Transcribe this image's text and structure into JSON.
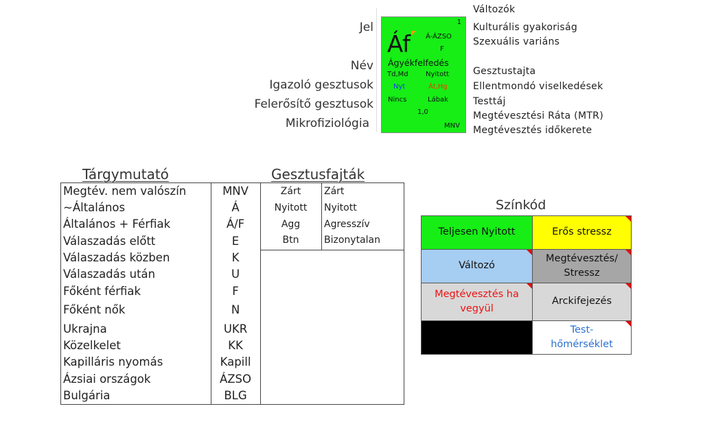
{
  "legend": {
    "left_labels": {
      "jel": "Jel",
      "nev": "Név",
      "igazolo": "Igazoló gesztusok",
      "felerosito": "Felerősítő gesztusok",
      "mikrofiziologia": "Mikrofiziológia"
    },
    "right_labels": {
      "valtozok": "Változók",
      "kulturalis": "Kulturális gyakoriság",
      "szexualis": "Szexuális variáns",
      "gesztustajta": "Gesztustajta",
      "ellentmondo": "Ellentmondó viselkedések",
      "testtaj": "Testtáj",
      "mtr": "Megtévesztési Ráta (MTR)",
      "idokeret": "Megtévesztés időkerete"
    },
    "card": {
      "number": "1",
      "symbol": "Áf",
      "cultural": "Á-ÁZSO",
      "sexual": "F",
      "name": "Ágyékfelfedés",
      "confirming": "Td,Md",
      "gesture_type": "Nyitott",
      "amplifying": "Nyt",
      "contradicting": "Át,Hg",
      "micro": "Nincs",
      "body_area": "Lábak",
      "rate": "1,0",
      "timeframe": "MNV",
      "bg_color": "#16ee16",
      "blue_text": "#1a33ff",
      "red_text": "#ff3300"
    }
  },
  "index": {
    "title": "Tárgymutató",
    "rows": [
      {
        "name": "Megtév. nem valószín",
        "abbr": "MNV"
      },
      {
        "name": "~Általános",
        "abbr": "Á"
      },
      {
        "name": "Általános + Férfiak",
        "abbr": "Á/F"
      },
      {
        "name": "Válaszadás előtt",
        "abbr": "E"
      },
      {
        "name": "Válaszadás közben",
        "abbr": "K"
      },
      {
        "name": "Válaszadás után",
        "abbr": "U"
      },
      {
        "name": "Főként férfiak",
        "abbr": "F"
      },
      {
        "name": "Főként nők",
        "abbr": "N"
      },
      {
        "name": "Ukrajna",
        "abbr": "UKR"
      },
      {
        "name": "Közelkelet",
        "abbr": "KK"
      },
      {
        "name": "Kapilláris nyomás",
        "abbr": "Kapill"
      },
      {
        "name": "Ázsiai országok",
        "abbr": "ÁZSO"
      },
      {
        "name": "Bulgária",
        "abbr": "BLG"
      }
    ]
  },
  "gestures": {
    "title": "Gesztusfajták",
    "rows": [
      {
        "abbr": "Zárt",
        "name": "Zárt"
      },
      {
        "abbr": "Nyitott",
        "name": "Nyitott"
      },
      {
        "abbr": "Agg",
        "name": "Agresszív"
      },
      {
        "abbr": "Btn",
        "name": "Bizonytalan"
      }
    ]
  },
  "color_code": {
    "title": "Színkód",
    "cells": [
      {
        "label": "Teljesen Nyitott",
        "bg": "#16ee16",
        "fg": "#111111"
      },
      {
        "label": "Erős stressz",
        "bg": "#ffff00",
        "fg": "#111111"
      },
      {
        "label": "Változó",
        "bg": "#a6cdf2",
        "fg": "#111111"
      },
      {
        "label": "Megtévesztés/ Stressz",
        "bg": "#a6a6a6",
        "fg": "#111111"
      },
      {
        "label": "Megtévesztés ha vegyül",
        "bg": "#d8d8d8",
        "fg": "#ee1111"
      },
      {
        "label": "Arckifejezés",
        "bg": "#d8d8d8",
        "fg": "#111111"
      },
      {
        "label": "",
        "bg": "#000000",
        "fg": "#ffffff"
      },
      {
        "label": "Test- hőmérséklet",
        "bg": "#ffffff",
        "fg": "#2a6fd1"
      }
    ],
    "marker_color": "#e01010"
  }
}
